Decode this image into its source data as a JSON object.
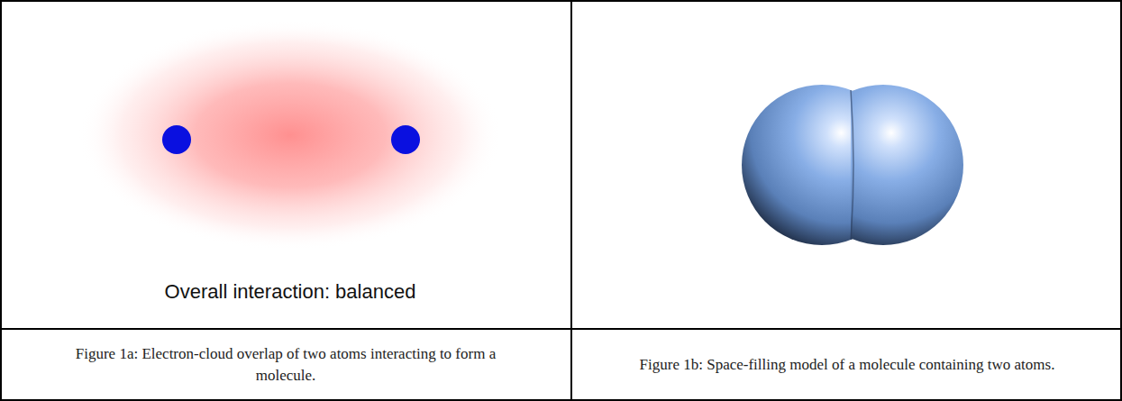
{
  "diagram": {
    "labels": [
      "Overall interaction: balanced",
      "Figure 1a: Electron-cloud overlap of two atoms interacting to form a molecule.",
      "Figure 1b: Space-filling model of a molecule containing two atoms."
    ]
  }
}
